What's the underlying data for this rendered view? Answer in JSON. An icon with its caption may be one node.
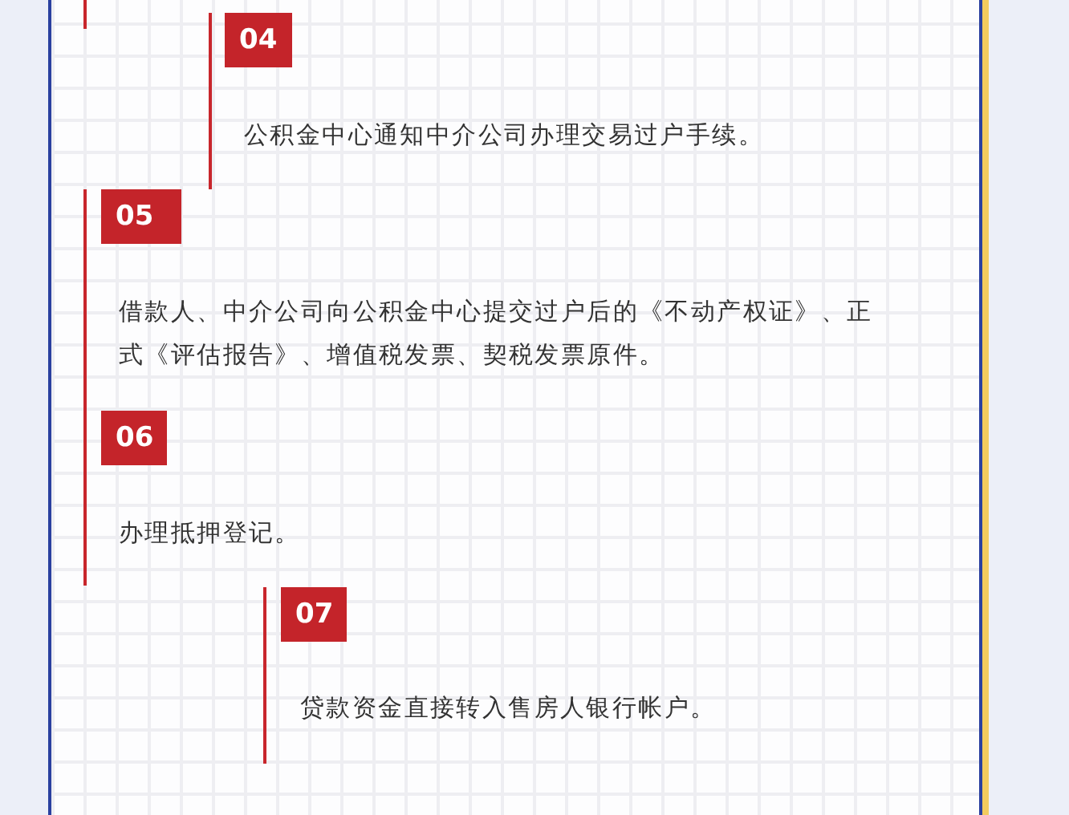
{
  "diagram": {
    "nodes": [
      {
        "text": [
          "04",
          "公积金中心通知中介公司办理交易过户手续。"
        ]
      },
      {
        "text": [
          "05",
          "借款人、中介公司向公积金中心提交过户后的《不动产权证》、正式《评估报告》、增值税发票、契税发票原件。"
        ]
      },
      {
        "text": [
          "06",
          "办理抵押登记。"
        ]
      },
      {
        "text": [
          "07",
          "贷款资金直接转入售房人银行帐户。"
        ]
      }
    ]
  }
}
